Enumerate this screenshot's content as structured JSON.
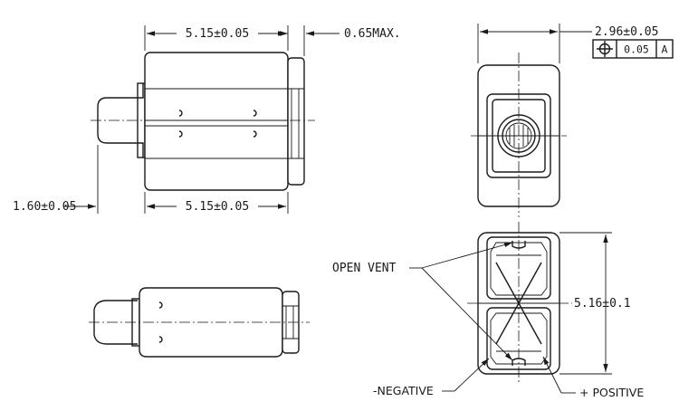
{
  "dimensions": {
    "top_width": "5.15±0.05",
    "cap_max": "0.65MAX.",
    "lead_length": "1.60±0.05",
    "bottom_width": "5.15±0.05",
    "side_width": "2.96±0.05",
    "height": "5.16±0.1"
  },
  "tolerance_frame": {
    "symbol": "position-symbol",
    "value": "0.05",
    "datum": "A"
  },
  "callouts": {
    "open_vent": "OPEN VENT",
    "negative": "-NEGATIVE",
    "positive": "+ POSITIVE"
  }
}
